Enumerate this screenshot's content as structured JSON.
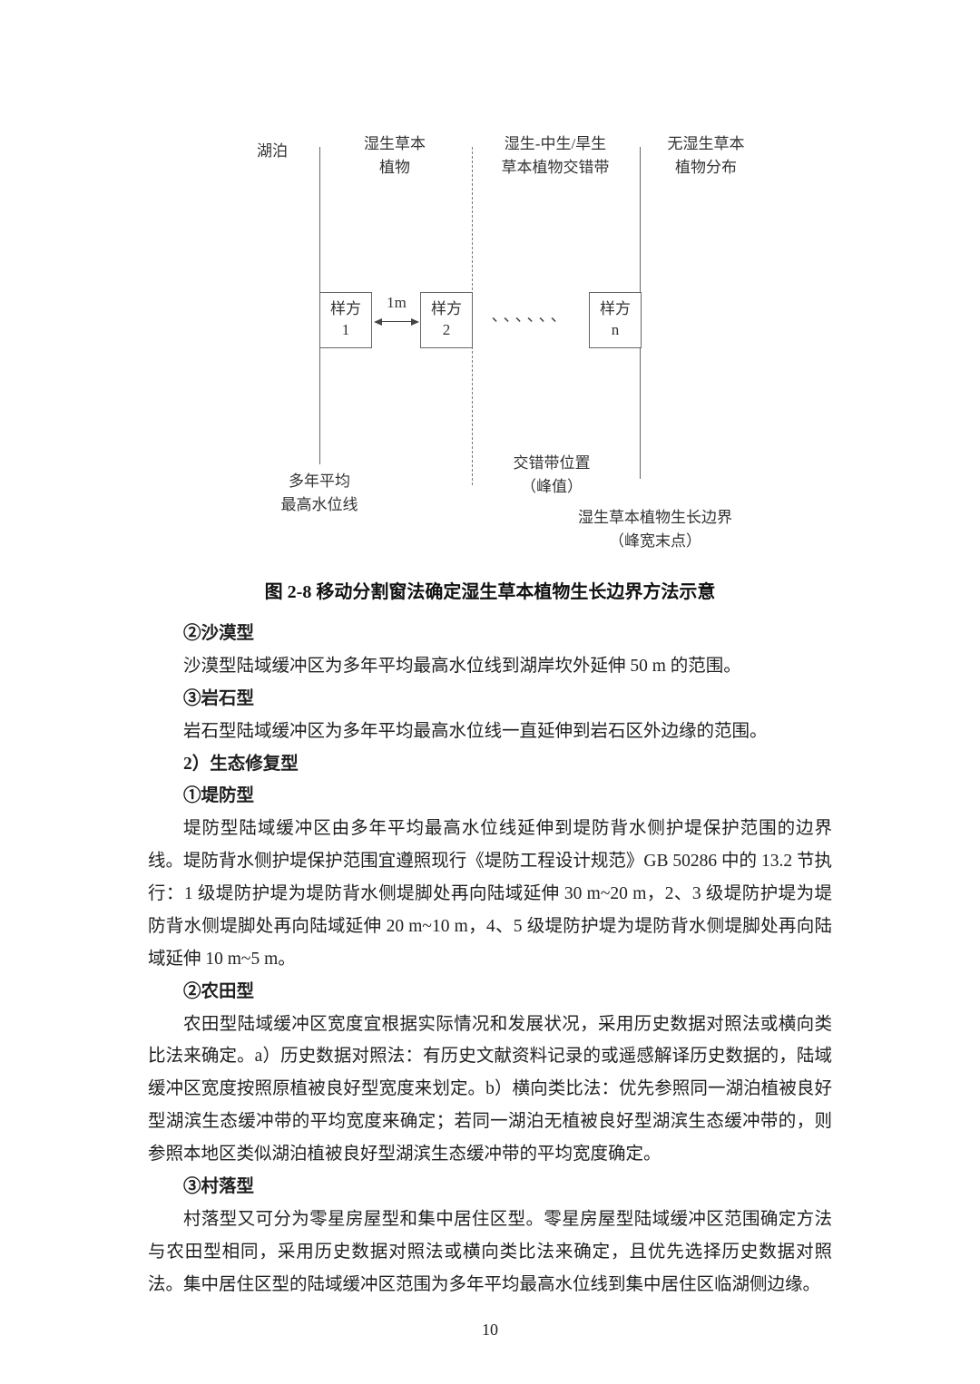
{
  "document": {
    "page_number": "10"
  },
  "figure": {
    "caption": "图 2-8 移动分割窗法确定湿生草本植物生长边界方法示意",
    "labels": {
      "lake": "湖泊",
      "zone_wet_1": "湿生草本",
      "zone_wet_2": "植物",
      "zone_ecotone_1": "湿生-中生/旱生",
      "zone_ecotone_2": "草本植物交错带",
      "zone_dry_1": "无湿生草本",
      "zone_dry_2": "植物分布",
      "quadrat_word": "样方",
      "quadrat_1": "1",
      "quadrat_2": "2",
      "quadrat_n": "n",
      "gap": "1m",
      "dots": "、、、、、、",
      "waterline_1": "多年平均",
      "waterline_2": "最高水位线",
      "ecotone_pos_1": "交错带位置",
      "ecotone_pos_2": "（峰值）",
      "boundary_1": "湿生草本植物生长边界",
      "boundary_2": "（峰宽末点）"
    }
  },
  "body": {
    "blocks": [
      {
        "style": "heading",
        "text": "②沙漠型"
      },
      {
        "style": "para",
        "text": "沙漠型陆域缓冲区为多年平均最高水位线到湖岸坎外延伸 50 m 的范围。"
      },
      {
        "style": "heading",
        "text": "③岩石型"
      },
      {
        "style": "para",
        "text": "岩石型陆域缓冲区为多年平均最高水位线一直延伸到岩石区外边缘的范围。"
      },
      {
        "style": "heading",
        "text": "2）生态修复型"
      },
      {
        "style": "heading",
        "text": "①堤防型"
      },
      {
        "style": "para",
        "text": "堤防型陆域缓冲区由多年平均最高水位线延伸到堤防背水侧护堤保护范围的边界线。堤防背水侧护堤保护范围宜遵照现行《堤防工程设计规范》GB 50286 中的 13.2 节执行：1 级堤防护堤为堤防背水侧堤脚处再向陆域延伸 30 m~20 m，2、3 级堤防护堤为堤防背水侧堤脚处再向陆域延伸 20 m~10 m，4、5 级堤防护堤为堤防背水侧堤脚处再向陆域延伸 10 m~5 m。"
      },
      {
        "style": "heading",
        "text": "②农田型"
      },
      {
        "style": "para",
        "text": "农田型陆域缓冲区宽度宜根据实际情况和发展状况，采用历史数据对照法或横向类比法来确定。a）历史数据对照法：有历史文献资料记录的或遥感解译历史数据的，陆域缓冲区宽度按照原植被良好型宽度来划定。b）横向类比法：优先参照同一湖泊植被良好型湖滨生态缓冲带的平均宽度来确定；若同一湖泊无植被良好型湖滨生态缓冲带的，则参照本地区类似湖泊植被良好型湖滨生态缓冲带的平均宽度确定。"
      },
      {
        "style": "heading",
        "text": "③村落型"
      },
      {
        "style": "para",
        "text": "村落型又可分为零星房屋型和集中居住区型。零星房屋型陆域缓冲区范围确定方法与农田型相同，采用历史数据对照法或横向类比法来确定，且优先选择历史数据对照法。集中居住区型的陆域缓冲区范围为多年平均最高水位线到集中居住区临湖侧边缘。"
      }
    ]
  }
}
